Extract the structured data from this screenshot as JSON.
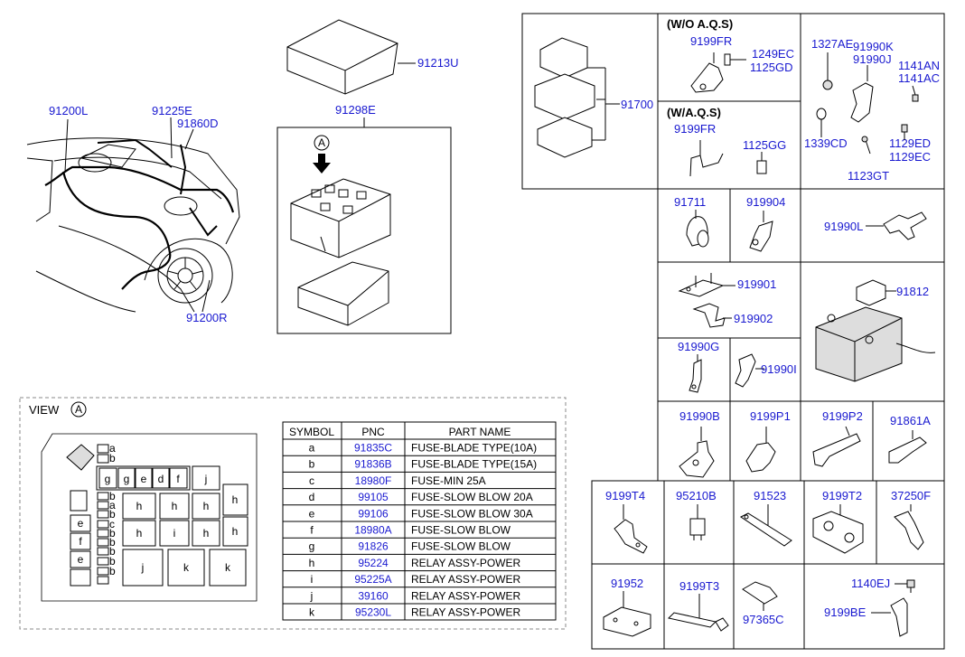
{
  "callouts": {
    "c91200L": "91200L",
    "c91225E": "91225E",
    "c91860D": "91860D",
    "c91200R": "91200R",
    "c91213U": "91213U",
    "c91298E": "91298E",
    "cA": "A",
    "c91700": "91700",
    "woaqs": "(W/O A.Q.S)",
    "waqs": "(W/A.Q.S)",
    "c9199FR_1": "9199FR",
    "c1249EC": "1249EC",
    "c1125GD": "1125GD",
    "c9199FR_2": "9199FR",
    "c1125GG": "1125GG",
    "c1327AE": "1327AE",
    "c91990K": "91990K",
    "c91990J": "91990J",
    "c1141AN": "1141AN",
    "c1141AC": "1141AC",
    "c1339CD": "1339CD",
    "c1129ED": "1129ED",
    "c1129EC": "1129EC",
    "c1123GT": "1123GT",
    "c91711": "91711",
    "c919904": "919904",
    "c91990L": "91990L",
    "c919901": "919901",
    "c919902": "919902",
    "c91812": "91812",
    "c91990G": "91990G",
    "c91990I": "91990I",
    "c91990B": "91990B",
    "c9199P1": "9199P1",
    "c9199P2": "9199P2",
    "c91861A": "91861A",
    "c9199T4": "9199T4",
    "c95210B": "95210B",
    "c91523": "91523",
    "c9199T2": "9199T2",
    "c37250F": "37250F",
    "c91952": "91952",
    "c9199T3": "9199T3",
    "c97365C": "97365C",
    "c1140EJ": "1140EJ",
    "c9199BE": "9199BE"
  },
  "view": {
    "label": "VIEW",
    "circle": "A",
    "grid": {
      "a1": "a",
      "b1": "b",
      "g1": "g",
      "g2": "g",
      "e1": "e",
      "d1": "d",
      "f1": "f",
      "j1": "j",
      "b2": "b",
      "a2": "a",
      "b3": "b",
      "c1": "c",
      "b4": "b",
      "b5": "b",
      "b6": "b",
      "b7": "b",
      "b8": "b",
      "e2": "e",
      "f2": "f",
      "e3": "e",
      "h1": "h",
      "h2": "h",
      "h3": "h",
      "h4": "h",
      "h5": "h",
      "i1": "i",
      "h6": "h",
      "h7": "h",
      "j2": "j",
      "k1": "k",
      "k2": "k"
    }
  },
  "table": {
    "headers": [
      "SYMBOL",
      "PNC",
      "PART NAME"
    ],
    "rows": [
      [
        "a",
        "91835C",
        "FUSE-BLADE TYPE(10A)"
      ],
      [
        "b",
        "91836B",
        "FUSE-BLADE TYPE(15A)"
      ],
      [
        "c",
        "18980F",
        "FUSE-MIN 25A"
      ],
      [
        "d",
        "99105",
        "FUSE-SLOW BLOW 20A"
      ],
      [
        "e",
        "99106",
        "FUSE-SLOW BLOW 30A"
      ],
      [
        "f",
        "18980A",
        "FUSE-SLOW BLOW"
      ],
      [
        "g",
        "91826",
        "FUSE-SLOW BLOW"
      ],
      [
        "h",
        "95224",
        "RELAY ASSY-POWER"
      ],
      [
        "i",
        "95225A",
        "RELAY ASSY-POWER"
      ],
      [
        "j",
        "39160",
        "RELAY ASSY-POWER"
      ],
      [
        "k",
        "95230L",
        "RELAY ASSY-POWER"
      ]
    ]
  }
}
